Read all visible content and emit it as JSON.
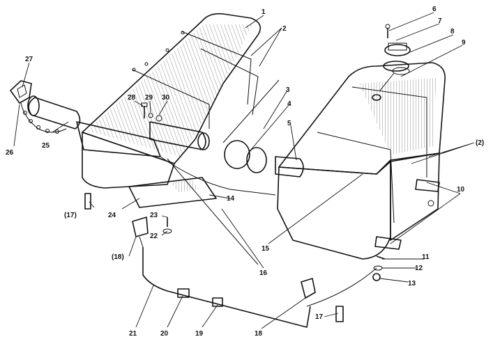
{
  "parts": [
    {
      "id": "p1",
      "label": "1"
    },
    {
      "id": "p2",
      "label": "2"
    },
    {
      "id": "p2b",
      "label": "(2)"
    },
    {
      "id": "p3",
      "label": "3"
    },
    {
      "id": "p4",
      "label": "4"
    },
    {
      "id": "p5",
      "label": "5"
    },
    {
      "id": "p6",
      "label": "6"
    },
    {
      "id": "p7",
      "label": "7"
    },
    {
      "id": "p8",
      "label": "8"
    },
    {
      "id": "p9",
      "label": "9"
    },
    {
      "id": "p10",
      "label": "10"
    },
    {
      "id": "p11",
      "label": "11"
    },
    {
      "id": "p12",
      "label": "12"
    },
    {
      "id": "p13",
      "label": "13"
    },
    {
      "id": "p14",
      "label": "14"
    },
    {
      "id": "p15",
      "label": "15"
    },
    {
      "id": "p16",
      "label": "16"
    },
    {
      "id": "p17",
      "label": "17"
    },
    {
      "id": "p17b",
      "label": "(17)"
    },
    {
      "id": "p18",
      "label": "18"
    },
    {
      "id": "p18b",
      "label": "(18)"
    },
    {
      "id": "p19",
      "label": "19"
    },
    {
      "id": "p20",
      "label": "20"
    },
    {
      "id": "p21",
      "label": "21"
    },
    {
      "id": "p22",
      "label": "22"
    },
    {
      "id": "p23",
      "label": "23"
    },
    {
      "id": "p24",
      "label": "24"
    },
    {
      "id": "p25",
      "label": "25"
    },
    {
      "id": "p26",
      "label": "26"
    },
    {
      "id": "p27",
      "label": "27"
    },
    {
      "id": "p28",
      "label": "28"
    },
    {
      "id": "p29",
      "label": "29"
    },
    {
      "id": "p30",
      "label": "30"
    }
  ]
}
